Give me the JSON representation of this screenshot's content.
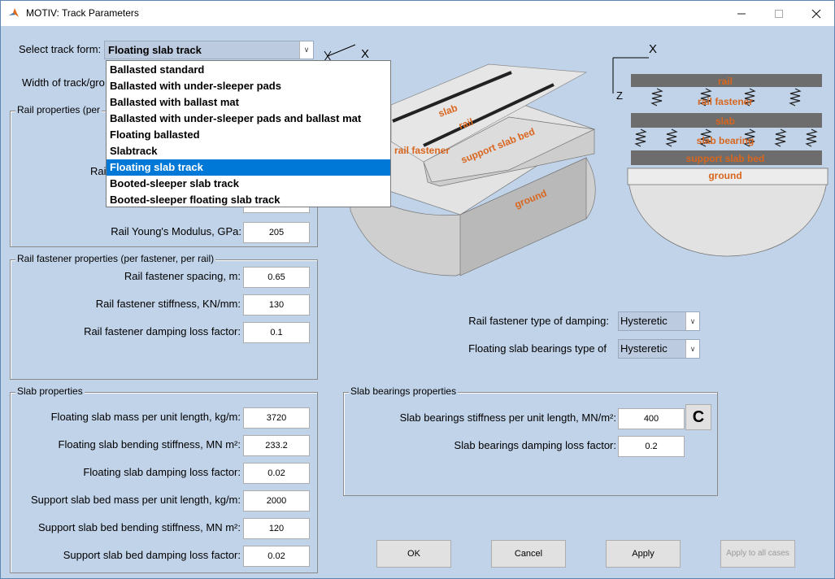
{
  "window": {
    "title": "MOTIV: Track Parameters",
    "minimize_icon": "minimize-icon",
    "maximize_icon": "maximize-icon",
    "close_icon": "close-icon"
  },
  "track_form": {
    "label": "Select track form:",
    "value": "Floating slab track",
    "options": [
      "Ballasted standard",
      "Ballasted with under-sleeper pads",
      "Ballasted with ballast mat",
      "Ballasted with under-sleeper pads and ballast mat",
      "Floating ballasted",
      "Slabtrack",
      "Floating slab track",
      "Booted-sleeper slab track",
      "Booted-sleeper floating slab track"
    ],
    "selected_index": 6
  },
  "width_label": "Width of track/gro",
  "rail_group": {
    "title": "Rail properties (per",
    "partial_label": "Rai",
    "youngs_label": "Rail Young's Modulus, GPa:",
    "youngs_value": "205"
  },
  "fastener_group": {
    "title": "Rail fastener properties (per fastener, per rail)",
    "spacing_label": "Rail fastener spacing, m:",
    "spacing_value": "0.65",
    "stiffness_label": "Rail fastener stiffness, KN/mm:",
    "stiffness_value": "130",
    "damping_label": "Rail fastener damping loss factor:",
    "damping_value": "0.1"
  },
  "slab_group": {
    "title": "Slab properties",
    "fields": [
      {
        "label": "Floating slab mass per unit length, kg/m:",
        "value": "3720"
      },
      {
        "label": "Floating slab bending stiffness, MN m²:",
        "value": "233.2"
      },
      {
        "label": "Floating slab damping loss factor:",
        "value": "0.02"
      },
      {
        "label": "Support slab bed mass per unit length, kg/m:",
        "value": "2000"
      },
      {
        "label": "Support slab bed bending stiffness, MN m²:",
        "value": "120"
      },
      {
        "label": "Support slab bed damping loss factor:",
        "value": "0.02"
      }
    ]
  },
  "damping_types": {
    "fastener_label": "Rail fastener type of damping:",
    "fastener_value": "Hysteretic",
    "bearings_label": "Floating slab bearings type of",
    "bearings_value": "Hysteretic"
  },
  "bearings_group": {
    "title": "Slab bearings properties",
    "stiffness_label": "Slab bearings stiffness per unit length, MN/m²:",
    "stiffness_value": "400",
    "c_button": "C",
    "damping_label": "Slab bearings damping loss factor:",
    "damping_value": "0.2"
  },
  "diagram_3d": {
    "axis_x": "X",
    "labels": {
      "slab": "slab",
      "rail": "rail",
      "rail_fastener": "rail fastener",
      "support_slab_bed": "support slab bed",
      "ground": "ground"
    }
  },
  "diagram_section": {
    "axis_x": "X",
    "axis_z": "Z",
    "labels": {
      "rail": "rail",
      "rail_fastener": "rail fastener",
      "slab": "slab",
      "slab_bearing": "slab bearing",
      "support_slab_bed": "support slab bed",
      "ground": "ground"
    }
  },
  "buttons": {
    "ok": "OK",
    "cancel": "Cancel",
    "apply": "Apply",
    "apply_all": "Apply to all cases"
  }
}
